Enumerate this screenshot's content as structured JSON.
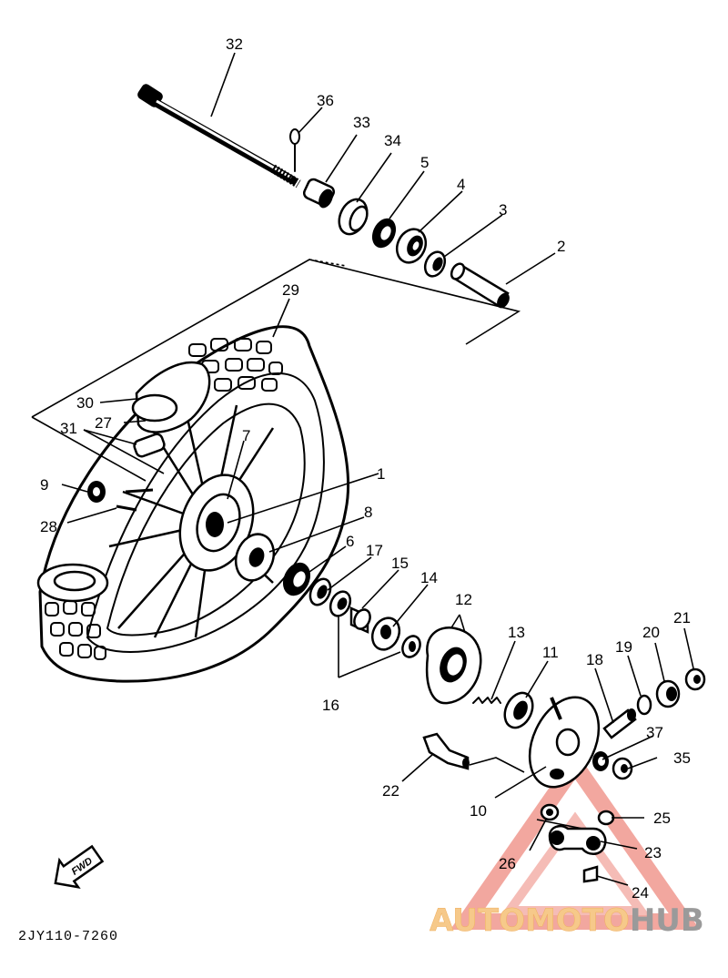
{
  "diagram": {
    "code": "2JY110-7260",
    "fwd_label": "FWD",
    "part_labels": [
      "1",
      "2",
      "3",
      "4",
      "5",
      "6",
      "7",
      "8",
      "9",
      "10",
      "11",
      "12",
      "13",
      "14",
      "15",
      "16",
      "17",
      "18",
      "19",
      "20",
      "21",
      "22",
      "23",
      "24",
      "25",
      "26",
      "27",
      "28",
      "29",
      "30",
      "31",
      "32",
      "33",
      "34",
      "35",
      "36",
      "37"
    ]
  },
  "watermark": {
    "text_light": "AUTOMOTO",
    "text_dark": "HUB",
    "colors": {
      "light": "#f6c98a",
      "accent": "#ee8a80",
      "dark": "#9a9a9a"
    }
  }
}
